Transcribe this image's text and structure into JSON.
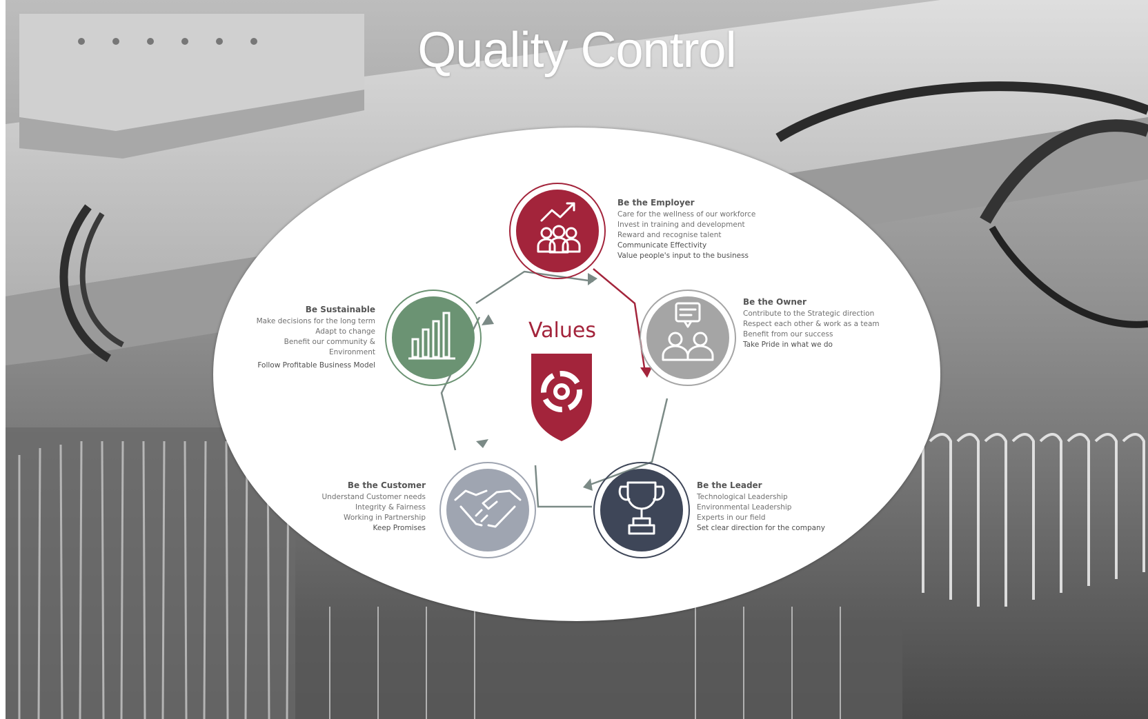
{
  "title": "Quality Control",
  "diagram": {
    "center_label": "Values",
    "colors": {
      "employer": "#a3243b",
      "owner": "#a5a5a5",
      "leader": "#3e4658",
      "customer": "#9fa5b1",
      "sustainable": "#6b9373",
      "arrow_red": "#a3243b",
      "arrow_gray": "#7b8a86"
    },
    "nodes": [
      {
        "id": "employer",
        "icon": "growth-team-icon",
        "heading": "Be the Employer",
        "lines": [
          "Care for the wellness of our workforce",
          "Invest in training and development",
          "Reward and recognise talent",
          "Communicate Effectivity",
          "Value people's input to the business"
        ]
      },
      {
        "id": "owner",
        "icon": "discussion-icon",
        "heading": "Be the Owner",
        "lines": [
          "Contribute to the Strategic direction",
          "Respect each other & work as a team",
          "Benefit from our  success",
          "Take Pride in what we do"
        ]
      },
      {
        "id": "leader",
        "icon": "trophy-icon",
        "heading": "Be the Leader",
        "lines": [
          "Technological Leadership",
          "Environmental Leadership",
          "Experts in our field",
          "Set clear direction for the company"
        ]
      },
      {
        "id": "customer",
        "icon": "handshake-icon",
        "heading": "Be the Customer",
        "lines": [
          "Understand Customer needs",
          "Integrity & Fairness",
          "Working in Partnership",
          "Keep Promises"
        ]
      },
      {
        "id": "sustainable",
        "icon": "bar-chart-icon",
        "heading": "Be Sustainable",
        "lines": [
          "Make decisions for the long term",
          "Adapt to change",
          "Benefit our community &",
          "Environment",
          "Follow Profitable Business Model"
        ]
      }
    ]
  }
}
